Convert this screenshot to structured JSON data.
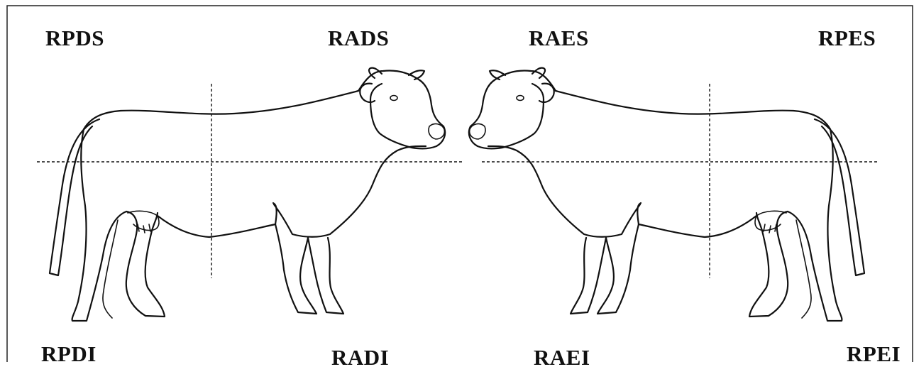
{
  "regions": {
    "left_cow": {
      "top_posterior": "RPDS",
      "top_anterior": "RADS",
      "bottom_posterior": "RPDI",
      "bottom_anterior": "RADI"
    },
    "right_cow": {
      "top_anterior": "RAES",
      "top_posterior": "RPES",
      "bottom_anterior": "RAEI",
      "bottom_posterior": "RPEI"
    }
  }
}
